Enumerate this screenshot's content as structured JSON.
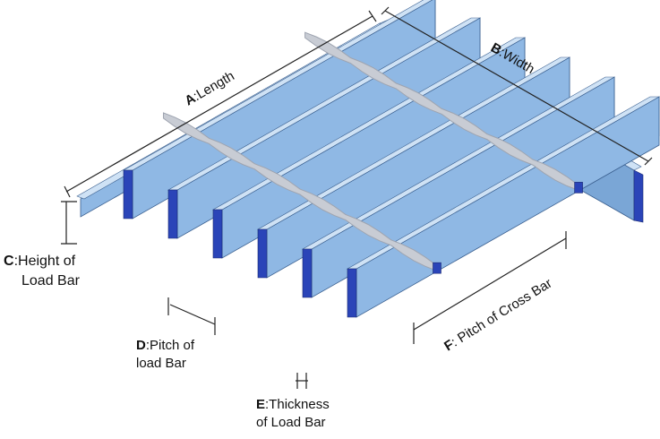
{
  "labels": {
    "a_letter": "A",
    "a_text": ":Length",
    "b_letter": "B",
    "b_text": ":Width",
    "c_letter": "C",
    "c_text1": ":Height of",
    "c_text2": "Load Bar",
    "d_letter": "D",
    "d_text1": ":Pitch of",
    "d_text2": "load Bar",
    "e_letter": "E",
    "e_text1": ":Thickness",
    "e_text2": "of Load Bar",
    "f_letter": "F",
    "f_text": ": Pitch of Cross Bar"
  },
  "colors": {
    "bar_side": "#8fb8e4",
    "bar_side_dark": "#7aa6d6",
    "bar_top": "#cfe2f5",
    "bar_end": "#2a44b8",
    "bar_outline": "#3a5f8f",
    "cross_bar": "#c8ccd4",
    "cross_bar_shade": "#9ea4b0",
    "dimension_line": "#222222"
  }
}
